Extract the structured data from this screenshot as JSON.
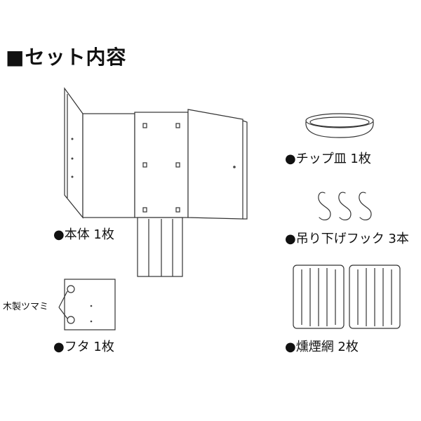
{
  "title": "■セット内容",
  "items": [
    {
      "label": "●本体 1枚"
    },
    {
      "label": "●フタ 1枚"
    },
    {
      "label": "●チップ皿 1枚"
    },
    {
      "label": "●吊り下げフック 3本"
    },
    {
      "label": "●燻煙網 2枚"
    }
  ],
  "callouts": {
    "knob": "木製ツマミ"
  },
  "colors": {
    "line": "#333333",
    "background": "#ffffff"
  }
}
